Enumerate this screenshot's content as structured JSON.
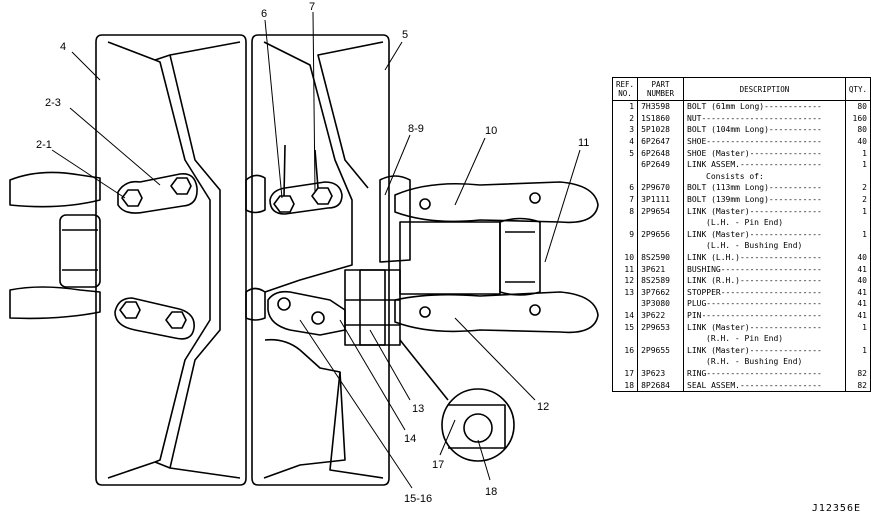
{
  "callouts": {
    "c4": "4",
    "c23": "2-3",
    "c21": "2-1",
    "c6": "6",
    "c7": "7",
    "c5": "5",
    "c89": "8-9",
    "c10": "10",
    "c11": "11",
    "c12": "12",
    "c13": "13",
    "c14": "14",
    "c1516": "15-16",
    "c17": "17",
    "c18": "18"
  },
  "table": {
    "headers": {
      "ref": "REF.\nNO.",
      "part": "PART\nNUMBER",
      "desc": "DESCRIPTION",
      "qty": "QTY."
    },
    "rows": [
      {
        "ref": "1",
        "part": "7H3598",
        "desc": "BOLT (61mm Long)------------",
        "qty": "80"
      },
      {
        "ref": "2",
        "part": "1S1860",
        "desc": "NUT-------------------------",
        "qty": "160"
      },
      {
        "ref": "3",
        "part": "5P1028",
        "desc": "BOLT (104mm Long)-----------",
        "qty": "80"
      },
      {
        "ref": "4",
        "part": "6P2647",
        "desc": "SHOE------------------------",
        "qty": "40"
      },
      {
        "ref": "5",
        "part": "6P2648",
        "desc": "SHOE (Master)---------------",
        "qty": "1"
      },
      {
        "ref": "",
        "part": "6P2649",
        "desc": "LINK ASSEM.-----------------",
        "qty": "1"
      },
      {
        "ref": "",
        "part": "",
        "desc": "Consists of:",
        "qty": "",
        "sub": true
      },
      {
        "ref": "6",
        "part": "2P9670",
        "desc": "BOLT (113mm Long)-----------",
        "qty": "2"
      },
      {
        "ref": "7",
        "part": "3P1111",
        "desc": "BOLT (139mm Long)-----------",
        "qty": "2"
      },
      {
        "ref": "8",
        "part": "2P9654",
        "desc": "LINK (Master)---------------",
        "qty": "1"
      },
      {
        "ref": "",
        "part": "",
        "desc": "(L.H. - Pin End)",
        "qty": "",
        "sub": true
      },
      {
        "ref": "9",
        "part": "2P9656",
        "desc": "LINK (Master)---------------",
        "qty": "1"
      },
      {
        "ref": "",
        "part": "",
        "desc": "(L.H. - Bushing End)",
        "qty": "",
        "sub": true
      },
      {
        "ref": "10",
        "part": "8S2590",
        "desc": "LINK (L.H.)-----------------",
        "qty": "40"
      },
      {
        "ref": "11",
        "part": "3P621",
        "desc": "BUSHING---------------------",
        "qty": "41"
      },
      {
        "ref": "12",
        "part": "8S2589",
        "desc": "LINK (R.H.)-----------------",
        "qty": "40"
      },
      {
        "ref": "13",
        "part": "3P7662",
        "desc": "STOPPER---------------------",
        "qty": "41"
      },
      {
        "ref": "",
        "part": "3P3080",
        "desc": "PLUG------------------------",
        "qty": "41"
      },
      {
        "ref": "14",
        "part": "3P622",
        "desc": "PIN-------------------------",
        "qty": "41"
      },
      {
        "ref": "15",
        "part": "2P9653",
        "desc": "LINK (Master)---------------",
        "qty": "1"
      },
      {
        "ref": "",
        "part": "",
        "desc": "(R.H. - Pin End)",
        "qty": "",
        "sub": true
      },
      {
        "ref": "16",
        "part": "2P9655",
        "desc": "LINK (Master)---------------",
        "qty": "1"
      },
      {
        "ref": "",
        "part": "",
        "desc": "(R.H. - Bushing End)",
        "qty": "",
        "sub": true
      },
      {
        "ref": "17",
        "part": "3P623",
        "desc": "RING------------------------",
        "qty": "82"
      },
      {
        "ref": "18",
        "part": "8P2684",
        "desc": "SEAL ASSEM.-----------------",
        "qty": "82"
      }
    ]
  },
  "figure_code": "J12356E"
}
